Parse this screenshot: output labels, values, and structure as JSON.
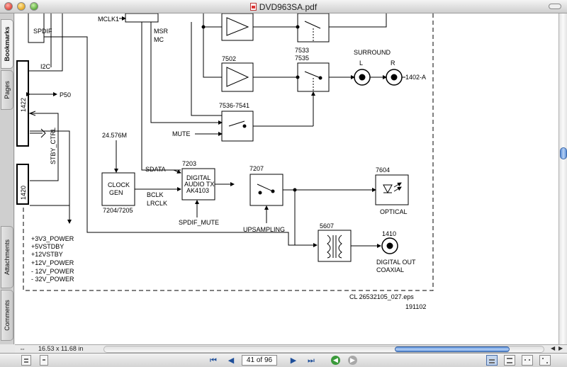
{
  "window": {
    "title": "DVD963SA.pdf"
  },
  "sidebar": {
    "tabs": [
      "Bookmarks",
      "Pages",
      "Attachments",
      "Comments"
    ]
  },
  "status": {
    "page_size": "16.53 x 11.68 in"
  },
  "toolbar": {
    "page_field": "41 of 96"
  },
  "schematic": {
    "connectors": {
      "c1422": "1422",
      "c1420": "1420"
    },
    "signals": {
      "spdif": "SPDIF",
      "i2c": "I2C",
      "p50": "P50",
      "stby": "STBY_CTRL",
      "mclk": "MCLK1",
      "msr": "MSR",
      "mc": "MC",
      "mute": "MUTE",
      "sdata": "SDATA",
      "bclk": "BCLK",
      "lrclk": "LRCLK",
      "spdif_mute": "SPDIF_MUTE",
      "upsampling": "UPSAMPLING",
      "surround": "SURROUND",
      "l": "L",
      "r": "R",
      "out1402": "1402-A",
      "optical": "OPTICAL",
      "digital_out": "DIGITAL OUT",
      "coaxial": "COAXIAL",
      "osc": "24.576M"
    },
    "parts": {
      "p7502": "7502",
      "p7533": "7533",
      "p7535": "7535",
      "p7536": "7536-7541",
      "p7203": "7203",
      "p7207": "7207",
      "p7604": "7604",
      "p5607": "5607",
      "p1410": "1410",
      "p7204": "7204/7205"
    },
    "blocks": {
      "clock1": "CLOCK",
      "clock2": "GEN",
      "dig1": "DIGITAL",
      "dig2": "AUDIO TX",
      "dig3": "AK4103"
    },
    "power": [
      "+3V3_POWER",
      "+5VSTDBY",
      "+12VSTBY",
      "+12V_POWER",
      "- 12V_POWER",
      "- 32V_POWER"
    ],
    "footer": {
      "ref": "CL 26532105_027.eps",
      "date": "191102"
    }
  }
}
